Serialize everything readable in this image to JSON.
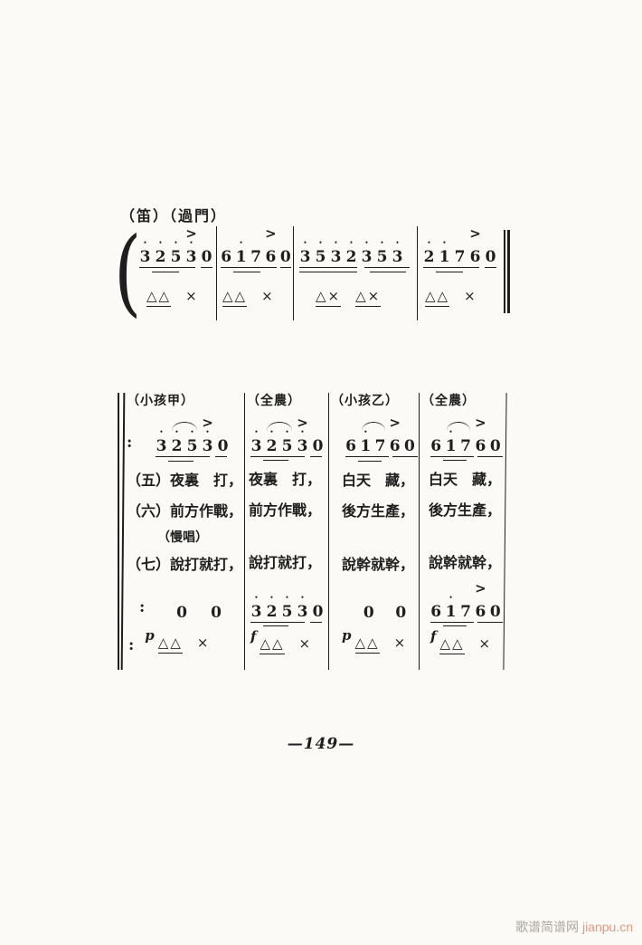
{
  "header": {
    "instrument_label": "（笛）（過門）"
  },
  "top_staff": {
    "bars": [
      {
        "notes": [
          {
            "d": "•",
            "n": "3"
          },
          {
            "d": "•",
            "n": "2"
          },
          {
            "d": "•",
            "n": "5"
          },
          {
            "a": ">",
            "d": "•",
            "n": "3"
          },
          {
            "n": "0"
          }
        ],
        "perc": [
          {
            "t": "△△",
            "ul": true
          },
          {
            "t": "×"
          }
        ]
      },
      {
        "notes": [
          {
            "n": "6"
          },
          {
            "d": "•",
            "n": "1"
          },
          {
            "n": "7"
          },
          {
            "a": ">",
            "n": "6"
          },
          {
            "n": "0"
          }
        ],
        "perc": [
          {
            "t": "△△",
            "ul": true
          },
          {
            "t": "×"
          }
        ]
      },
      {
        "notes": [
          {
            "d": "•",
            "n": "3"
          },
          {
            "d": "•",
            "n": "5"
          },
          {
            "d": "•",
            "n": "3"
          },
          {
            "d": "•",
            "n": "2"
          },
          {
            "d": "•",
            "n": "3"
          },
          {
            "d": "•",
            "n": "5"
          },
          {
            "d": "•",
            "n": "3"
          }
        ],
        "perc": [
          {
            "t": "△×",
            "ul": true
          },
          {
            "t": "△×",
            "ul": true
          }
        ]
      },
      {
        "notes": [
          {
            "d": "•",
            "n": "2"
          },
          {
            "d": "•",
            "n": "1"
          },
          {
            "n": "7"
          },
          {
            "a": ">",
            "n": "6"
          },
          {
            "n": "0"
          }
        ],
        "perc": [
          {
            "t": "△△",
            "ul": true
          },
          {
            "t": "×"
          }
        ]
      }
    ]
  },
  "system": {
    "repeat_colon": ":",
    "columns": [
      {
        "label": "（小孩甲）",
        "melody": [
          {
            "d": "•",
            "n": "3"
          },
          {
            "d": "•",
            "n": "2"
          },
          {
            "d": "•",
            "n": "5"
          },
          {
            "a": ">",
            "d": "•",
            "n": "3"
          },
          {
            "n": "0"
          }
        ],
        "lyric1": "（五）夜裏　打，",
        "lyric2": "（六）前方作戰，",
        "tempo_note": "（慢唱）",
        "lyric3": "（七）說打就打，",
        "melody2": [
          {
            "n": "0"
          },
          {
            "n": "0"
          }
        ],
        "dyn": "p",
        "perc": [
          {
            "t": "△△",
            "ul": true
          },
          {
            "t": "×"
          }
        ]
      },
      {
        "label": "（全農）",
        "melody": [
          {
            "d": "•",
            "n": "3"
          },
          {
            "d": "•",
            "n": "2"
          },
          {
            "d": "•",
            "n": "5"
          },
          {
            "a": ">",
            "d": "•",
            "n": "3"
          },
          {
            "n": "0"
          }
        ],
        "lyric1": "夜裏　打，",
        "lyric2": "前方作戰，",
        "tempo_note": "",
        "lyric3": "說打就打，",
        "melody2": [
          {
            "d": "•",
            "n": "3"
          },
          {
            "d": "•",
            "n": "2"
          },
          {
            "d": "•",
            "n": "5"
          },
          {
            "d": "•",
            "n": "3"
          },
          {
            "n": "0"
          }
        ],
        "dyn": "f",
        "perc": [
          {
            "t": "△△",
            "ul": true
          },
          {
            "t": "×"
          }
        ]
      },
      {
        "label": "（小孩乙）",
        "melody": [
          {
            "n": "6"
          },
          {
            "d": "•",
            "n": "1"
          },
          {
            "n": "7"
          },
          {
            "a": ">",
            "n": "6"
          },
          {
            "n": "0"
          }
        ],
        "lyric1": "白天　藏，",
        "lyric2": "後方生產，",
        "tempo_note": "",
        "lyric3": "說幹就幹，",
        "melody2": [
          {
            "n": "0"
          },
          {
            "n": "0"
          }
        ],
        "dyn": "p",
        "perc": [
          {
            "t": "△△",
            "ul": true
          },
          {
            "t": "×"
          }
        ]
      },
      {
        "label": "（全農）",
        "melody": [
          {
            "n": "6"
          },
          {
            "d": "•",
            "n": "1"
          },
          {
            "n": "7"
          },
          {
            "a": ">",
            "n": "6"
          },
          {
            "n": "0"
          }
        ],
        "lyric1": "白天　藏，",
        "lyric2": "後方生產，",
        "tempo_note": "",
        "lyric3": "說幹就幹，",
        "melody2": [
          {
            "n": "6"
          },
          {
            "d": "•",
            "n": "1"
          },
          {
            "n": "7"
          },
          {
            "a": ">",
            "n": "6"
          },
          {
            "n": "0"
          }
        ],
        "dyn": "f",
        "perc": [
          {
            "t": "△△",
            "ul": true
          },
          {
            "t": "×"
          }
        ]
      }
    ]
  },
  "footer": {
    "page_number": "—149—"
  },
  "watermark": {
    "site_name": "歌谱简谱网",
    "site_url": "jianpu.cn"
  }
}
